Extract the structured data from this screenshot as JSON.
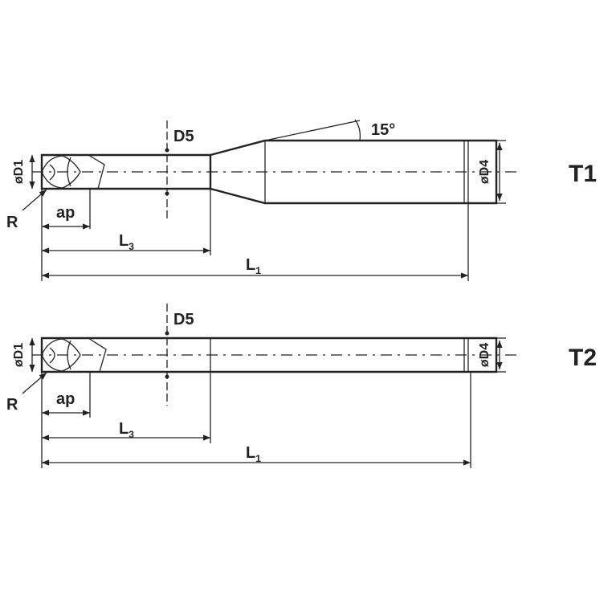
{
  "diagrams": [
    {
      "type_label": "T1",
      "labels": {
        "d1": "øD1",
        "r": "R",
        "ap": "ap",
        "l3_main": "L",
        "l3_sub": "3",
        "l1_main": "L",
        "l1_sub": "1",
        "d5": "D5",
        "d4": "øD4",
        "angle": "15°"
      }
    },
    {
      "type_label": "T2",
      "labels": {
        "d1": "øD1",
        "r": "R",
        "ap": "ap",
        "l3_main": "L",
        "l3_sub": "3",
        "l1_main": "L",
        "l1_sub": "1",
        "d5": "D5",
        "d4": "øD4"
      }
    }
  ],
  "colors": {
    "line": "#222222",
    "background": "#ffffff"
  }
}
